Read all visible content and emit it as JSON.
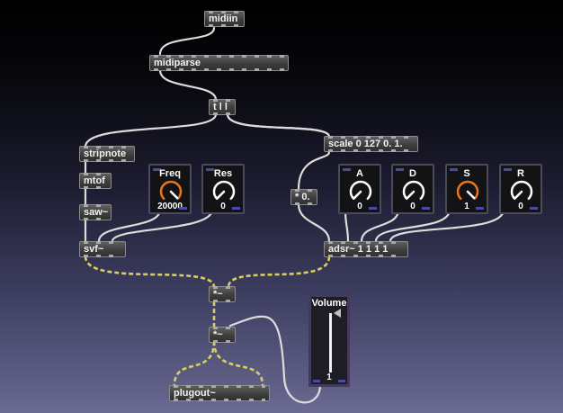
{
  "objects": {
    "midiin": "midiin",
    "midiparse": "midiparse",
    "trigger": "t l l",
    "stripnote": "stripnote",
    "mtof": "mtof",
    "saw": "saw~",
    "svf": "svf~",
    "scale": "scale 0 127 0. 1.",
    "mult_zero": "* 0.",
    "adsr": "adsr~ 1 1 1 1",
    "mult_sig_1": "*~",
    "mult_sig_2": "*~",
    "plugout": "plugout~"
  },
  "dials": {
    "freq": {
      "label": "Freq",
      "value": "20000",
      "level": 1.0
    },
    "res": {
      "label": "Res",
      "value": "0",
      "level": 0.0
    },
    "attack": {
      "label": "A",
      "value": "0",
      "level": 0.0
    },
    "decay": {
      "label": "D",
      "value": "0",
      "level": 0.0
    },
    "sustain": {
      "label": "S",
      "value": "1",
      "level": 1.0
    },
    "release": {
      "label": "R",
      "value": "0",
      "level": 0.0
    }
  },
  "volume": {
    "label": "Volume",
    "value": "1"
  },
  "colors": {
    "active_dial": "#e8761c",
    "idle_dial": "#ffffff",
    "signal_cable": "#d8cf62",
    "control_cable": "#dcdcdc",
    "accent_blue": "#4a4aa8"
  }
}
